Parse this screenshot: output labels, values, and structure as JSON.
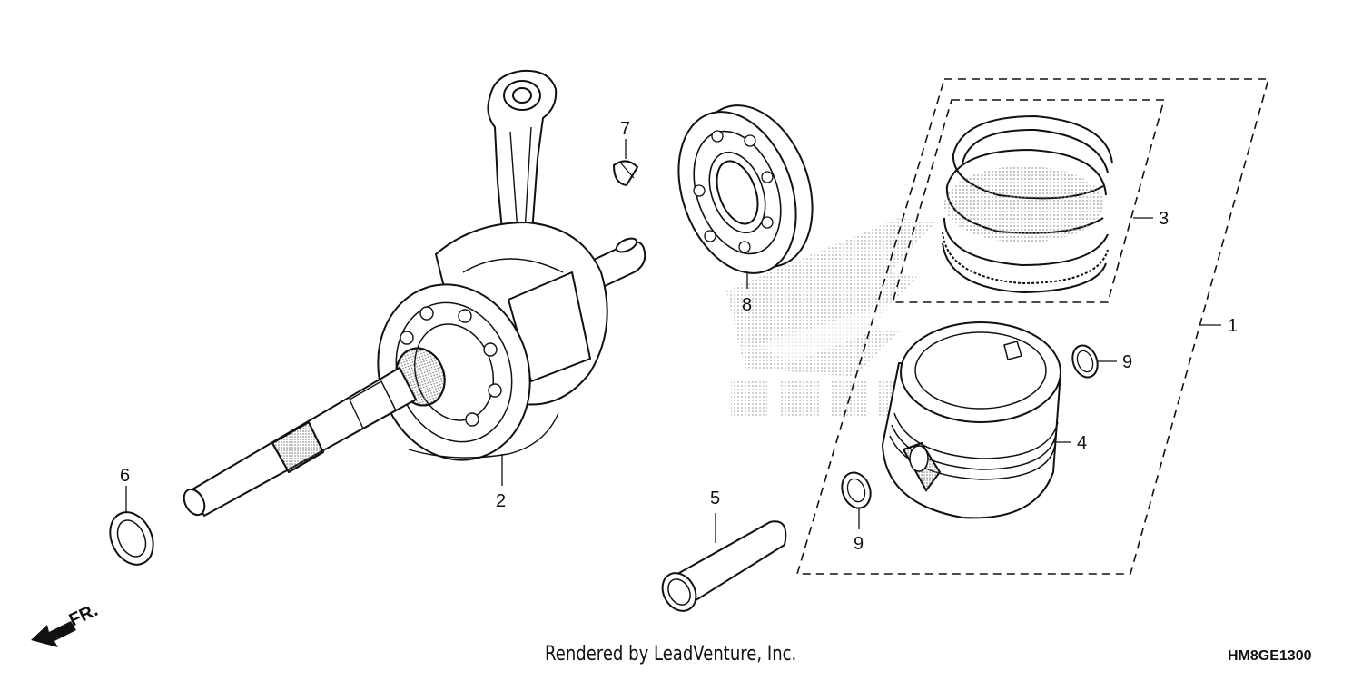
{
  "callouts": {
    "c1": "1",
    "c2": "2",
    "c3": "3",
    "c4": "4",
    "c5": "5",
    "c6": "6",
    "c7": "7",
    "c8": "8",
    "c9a": "9",
    "c9b": "9"
  },
  "direction_label": "FR.",
  "footer": {
    "credit": "Rendered by LeadVenture, Inc.",
    "code": "HM8GE1300"
  },
  "colors": {
    "line": "#111111",
    "watermark": "#c8c8c8"
  },
  "icons": {
    "direction": "front-arrow-icon",
    "watermark": "brand-watermark-icon"
  }
}
